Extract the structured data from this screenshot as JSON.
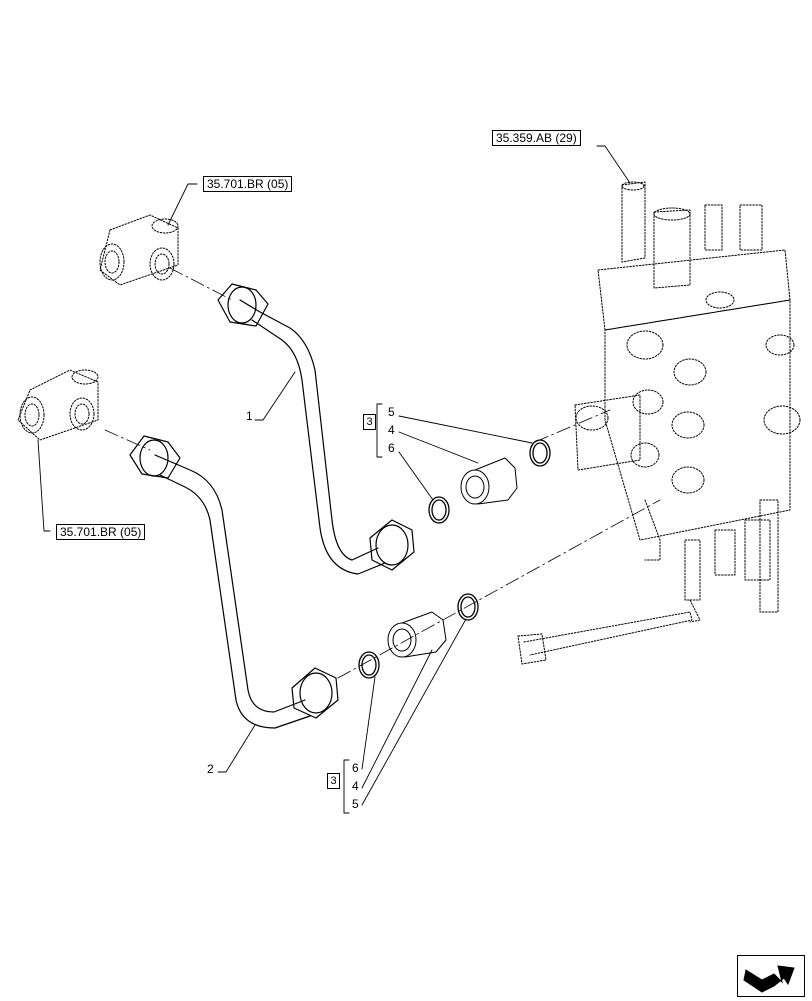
{
  "references": {
    "valve": "35.359.AB (29)",
    "fitting_top": "35.701.BR (05)",
    "fitting_left": "35.701.BR (05)"
  },
  "callouts": {
    "pipe_1": "1",
    "pipe_2": "2",
    "group_top": {
      "box": "3",
      "items": [
        "5",
        "4",
        "6"
      ]
    },
    "group_bottom": {
      "box": "3",
      "items": [
        "6",
        "4",
        "5"
      ]
    }
  },
  "icons": {
    "nav": "next-page-arrow-icon"
  }
}
